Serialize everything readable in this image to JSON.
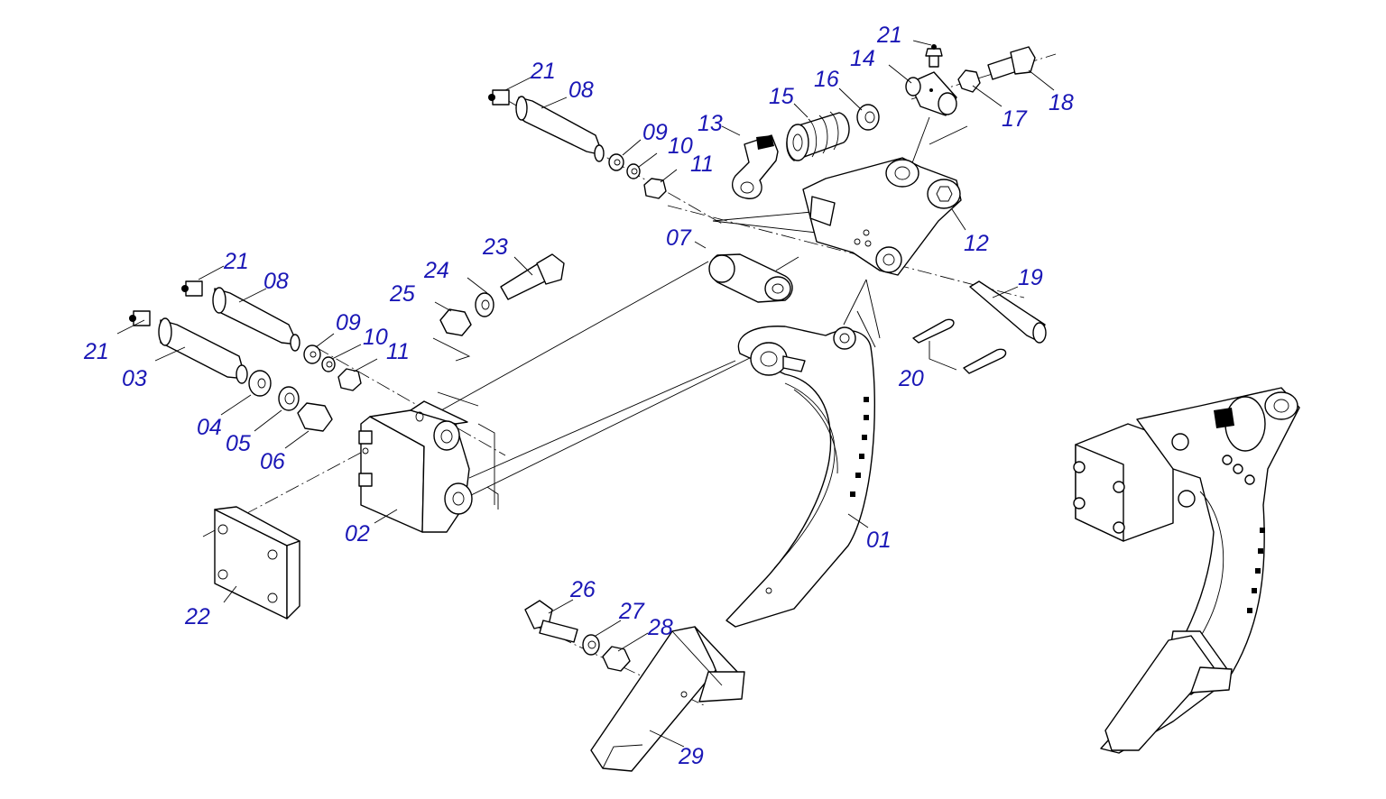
{
  "label_color": "#1a17b6",
  "line_color": "#000000",
  "callouts": {
    "c01": "01",
    "c02": "02",
    "c03": "03",
    "c04": "04",
    "c05": "05",
    "c06": "06",
    "c07": "07",
    "c08a": "08",
    "c08b": "08",
    "c09a": "09",
    "c09b": "09",
    "c10a": "10",
    "c10b": "10",
    "c11a": "11",
    "c11b": "11",
    "c12": "12",
    "c13": "13",
    "c14": "14",
    "c15": "15",
    "c16": "16",
    "c17": "17",
    "c18": "18",
    "c19": "19",
    "c20": "20",
    "c21a": "21",
    "c21b": "21",
    "c21c": "21",
    "c21d": "21",
    "c22": "22",
    "c23": "23",
    "c24": "24",
    "c25": "25",
    "c26": "26",
    "c27": "27",
    "c28": "28",
    "c29": "29"
  }
}
